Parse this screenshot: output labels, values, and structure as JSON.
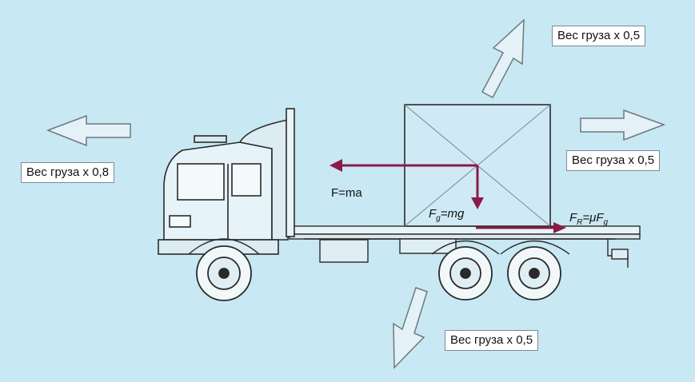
{
  "labels": {
    "left": "Вес груза х 0,8",
    "top_right": "Вес груза х 0,5",
    "right": "Вес груза х 0,5",
    "bottom": "Вес груза х 0,5"
  },
  "formulas": {
    "inertia": "F=ma",
    "gravity_main": "F",
    "gravity_sub": "g",
    "gravity_rest": "=mg",
    "friction_main": "F",
    "friction_sub": "R",
    "friction_mid": "=μF",
    "friction_sub2": "g"
  },
  "colors": {
    "background": "#c8e8f3",
    "force_arrow": "#8b1a4a",
    "outline": "#2a2a2a",
    "direction_arrow_fill": "#e4f2f7"
  }
}
